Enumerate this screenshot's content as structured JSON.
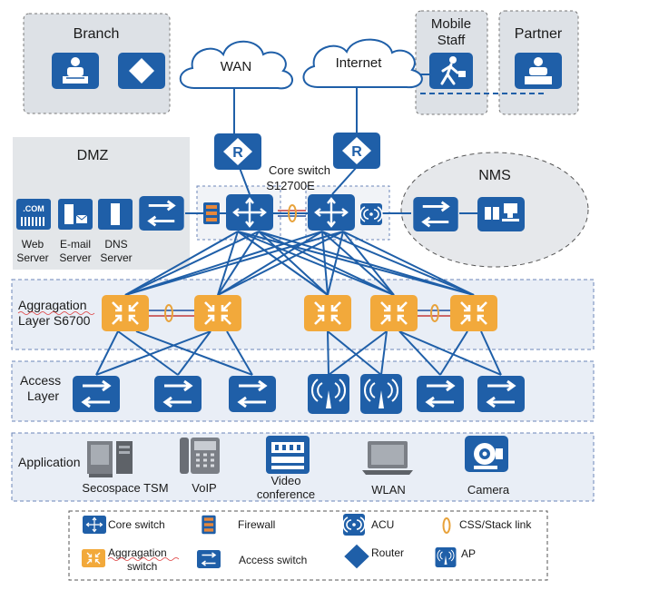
{
  "zones": {
    "branch": "Branch",
    "mobile_line1": "Mobile",
    "mobile_line2": "Staff",
    "partner": "Partner",
    "dmz": "DMZ",
    "nms": "NMS",
    "aggregation_line1": "Aggragation",
    "aggregation_line2": "Layer S6700",
    "access_line1": "Access",
    "access_line2": "Layer",
    "application": "Application"
  },
  "clouds": {
    "wan": "WAN",
    "internet": "Internet"
  },
  "router_glyph": "R",
  "core_label_line1": "Core switch",
  "core_label_line2": "S12700E",
  "servers": {
    "web_line1": "Web",
    "web_line2": "Server",
    "email_line1": "E-mail",
    "email_line2": "Server",
    "dns_line1": "DNS",
    "dns_line2": "Server",
    "com_badge": ".COM"
  },
  "apps": {
    "tsm": "Secospace TSM",
    "voip": "VoIP",
    "video_line1": "Video",
    "video_line2": "conference",
    "wlan": "WLAN",
    "camera": "Camera"
  },
  "legend": {
    "core_switch": "Core switch",
    "firewall": "Firewall",
    "acu": "ACU",
    "css_link": "CSS/Stack link",
    "aggregation_line1": "Aggragation",
    "aggregation_line2": "switch",
    "access_switch": "Access switch",
    "router": "Router",
    "ap": "AP"
  },
  "colors": {
    "device_blue": "#1f5fa8",
    "aggregation_orange": "#f2a93b",
    "zone_gray": "#dde1e6",
    "link_blue": "#1f5fa8",
    "css_link_orange": "#e8a23a"
  }
}
